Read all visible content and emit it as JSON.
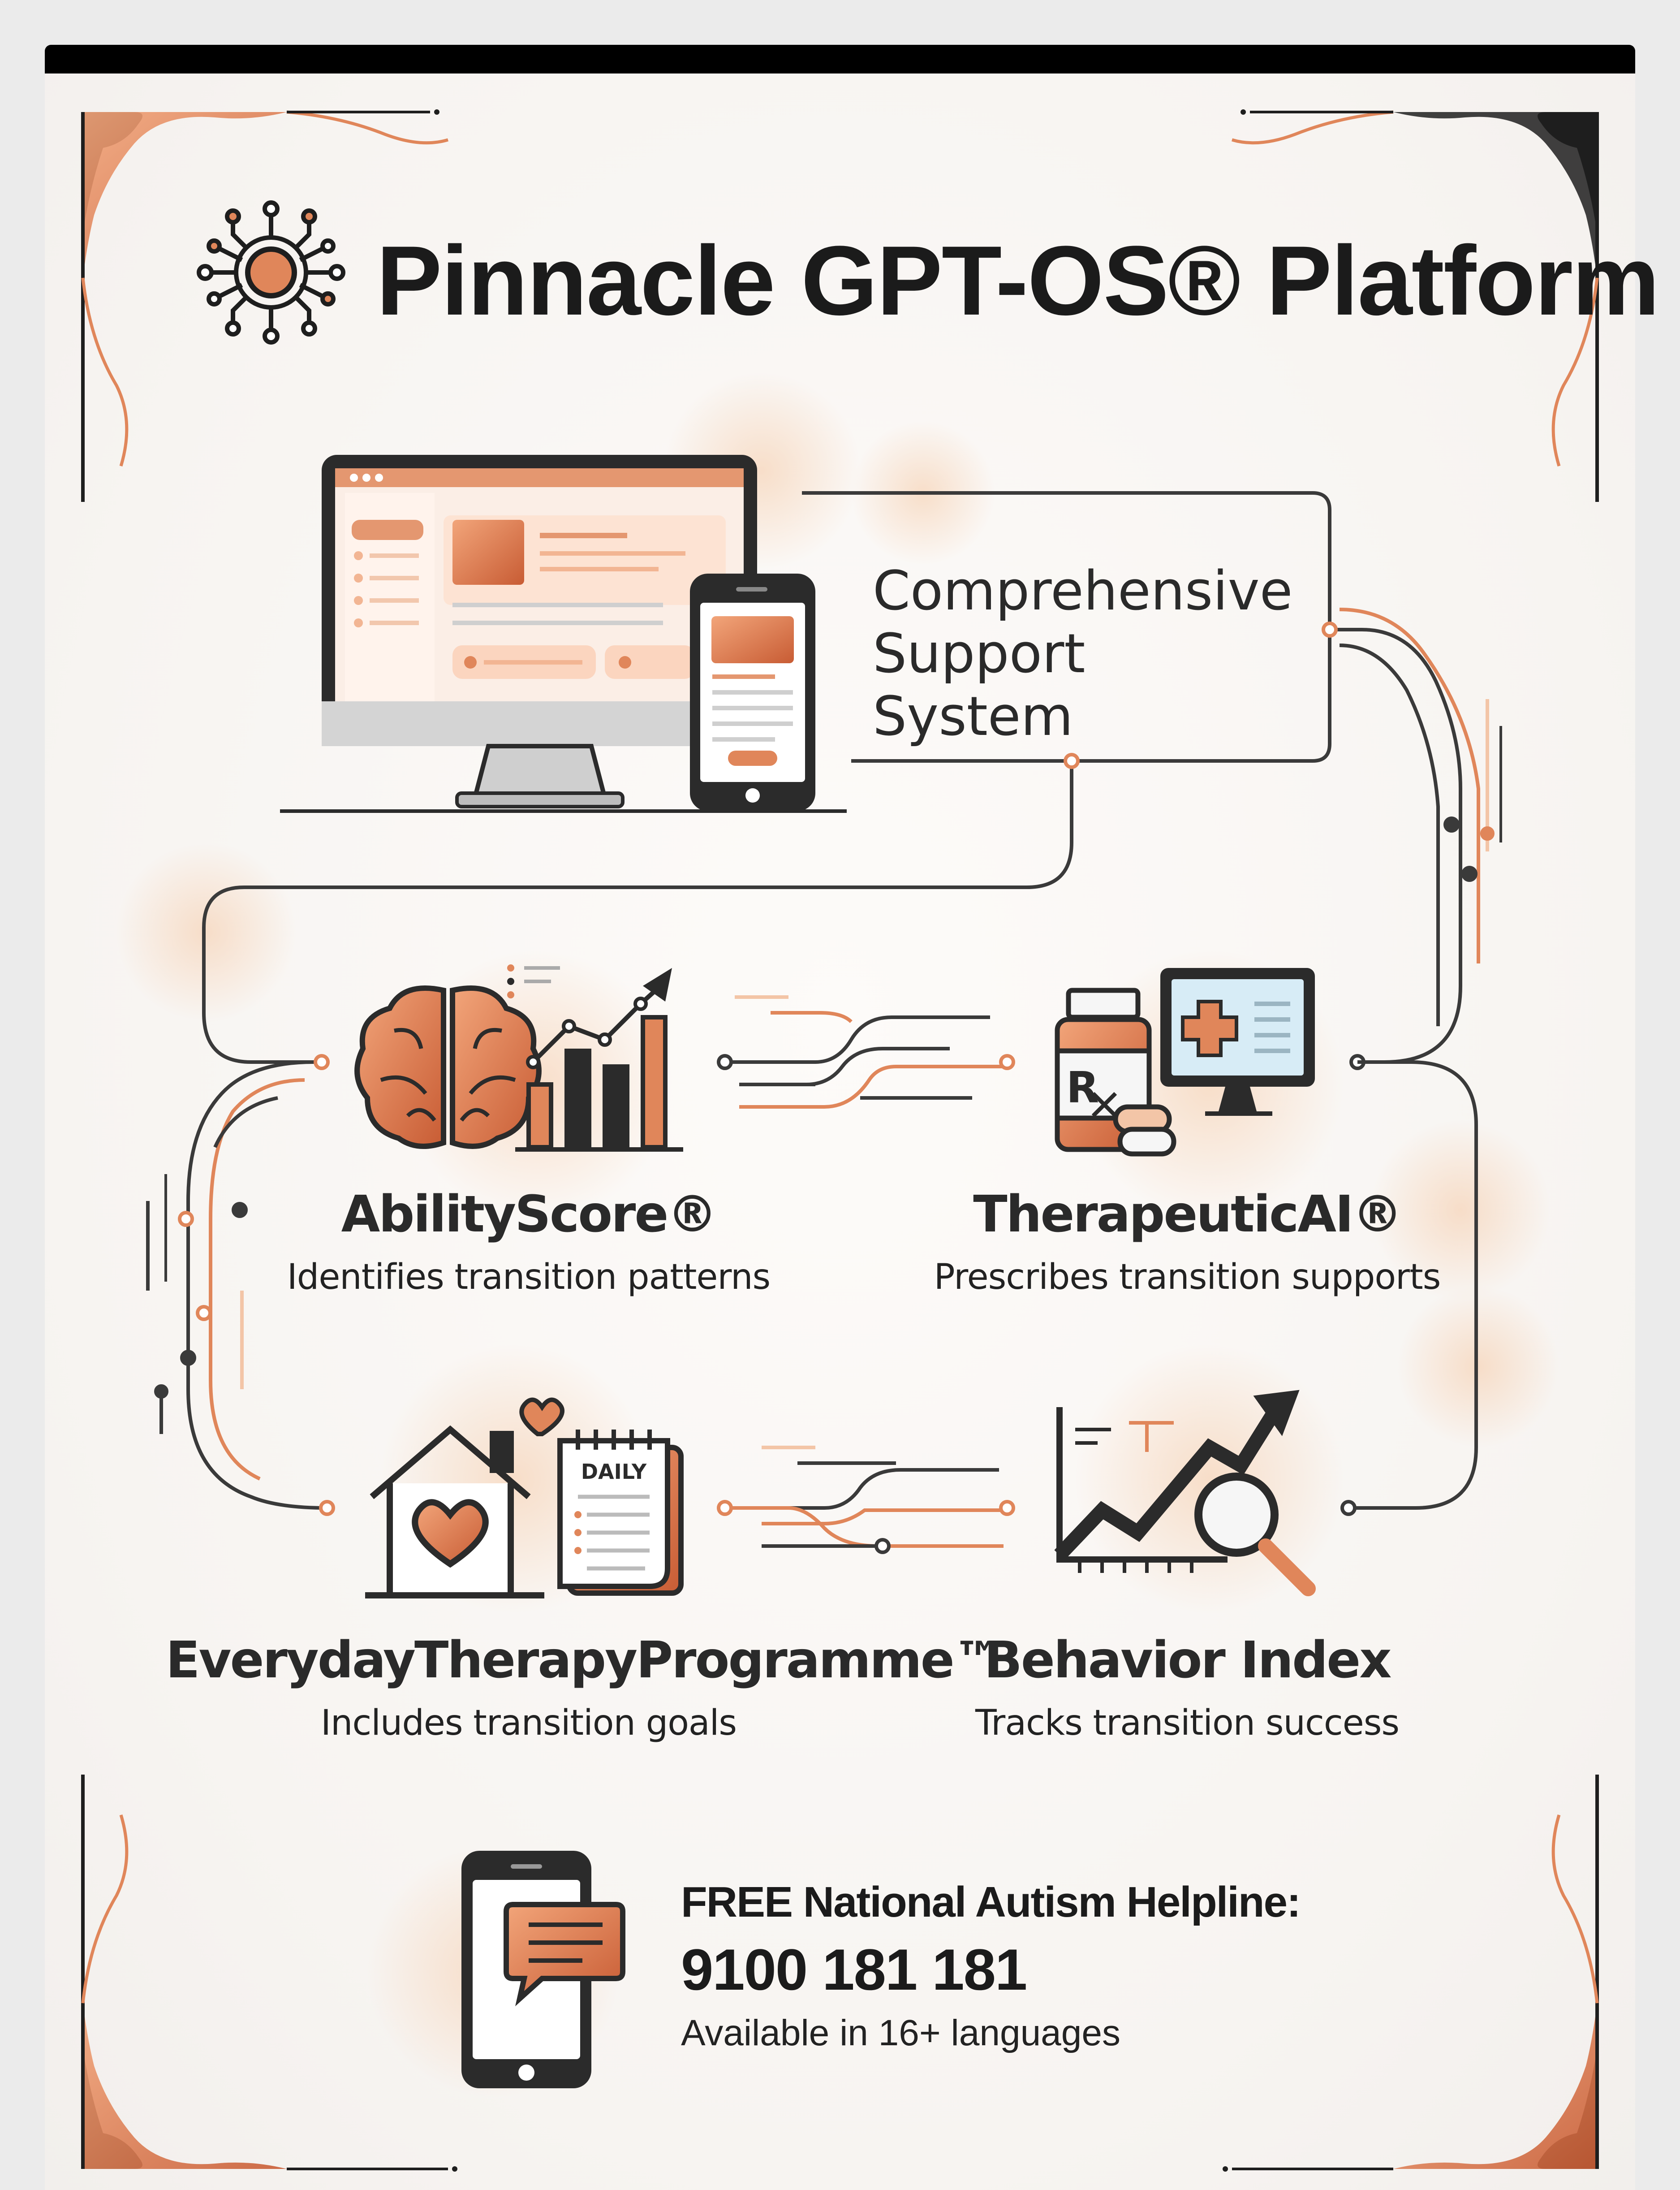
{
  "header": {
    "title": "Pinnacle GPT-OS® Platform"
  },
  "system": {
    "line1": "Comprehensive",
    "line2": "Support System"
  },
  "components": [
    {
      "title": "AbilityScore®",
      "desc": "Identifies transition patterns"
    },
    {
      "title": "TherapeuticAI®",
      "desc": "Prescribes transition supports"
    },
    {
      "title": "EverydayTherapyProgramme™",
      "desc": "Includes transition goals"
    },
    {
      "title": "Behavior Index",
      "desc": "Tracks transition success"
    }
  ],
  "planner": {
    "label": "DAILY"
  },
  "helpline": {
    "label": "FREE National Autism Helpline:",
    "number": "9100 181 181",
    "note": "Available in 16+ languages"
  },
  "colors": {
    "accent": "#e0865a",
    "accent_light": "#f3c5a7",
    "ink": "#1f1f1f"
  },
  "icons": [
    "network-hub-icon",
    "desktop-monitor-icon",
    "smartphone-icon",
    "brain-icon",
    "bar-chart-icon",
    "pill-bottle-icon",
    "medical-monitor-icon",
    "house-heart-icon",
    "daily-planner-icon",
    "trend-chart-icon",
    "magnifier-icon",
    "chat-phone-icon"
  ]
}
